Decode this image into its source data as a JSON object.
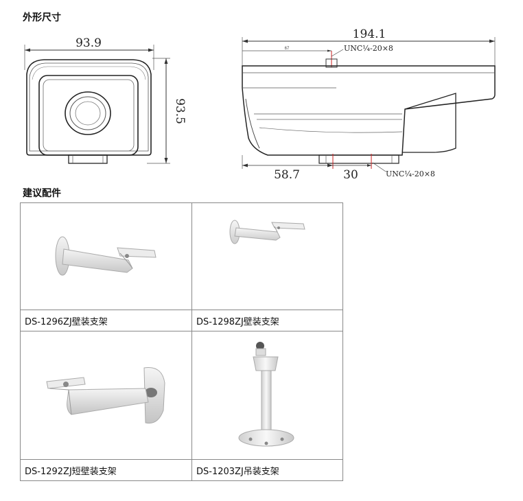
{
  "headings": {
    "dimensions": "外形尺寸",
    "accessories": "建议配件"
  },
  "front_view": {
    "width": "93.9",
    "height": "93.5"
  },
  "side_view": {
    "length": "194.1",
    "top_thread": "UNC¼-20×8",
    "small_dim": "67",
    "offset": "58.7",
    "spacing": "30",
    "bottom_thread": "UNC¼-20×8"
  },
  "accessories": [
    {
      "caption": "DS-1296ZJ壁装支架",
      "icon": "wall-bracket-icon"
    },
    {
      "caption": "DS-1298ZJ壁装支架",
      "icon": "wall-bracket-small-icon"
    },
    {
      "caption": "DS-1292ZJ短壁装支架",
      "icon": "short-wall-bracket-icon"
    },
    {
      "caption": "DS-1203ZJ吊装支架",
      "icon": "ceiling-mount-bracket-icon"
    }
  ]
}
